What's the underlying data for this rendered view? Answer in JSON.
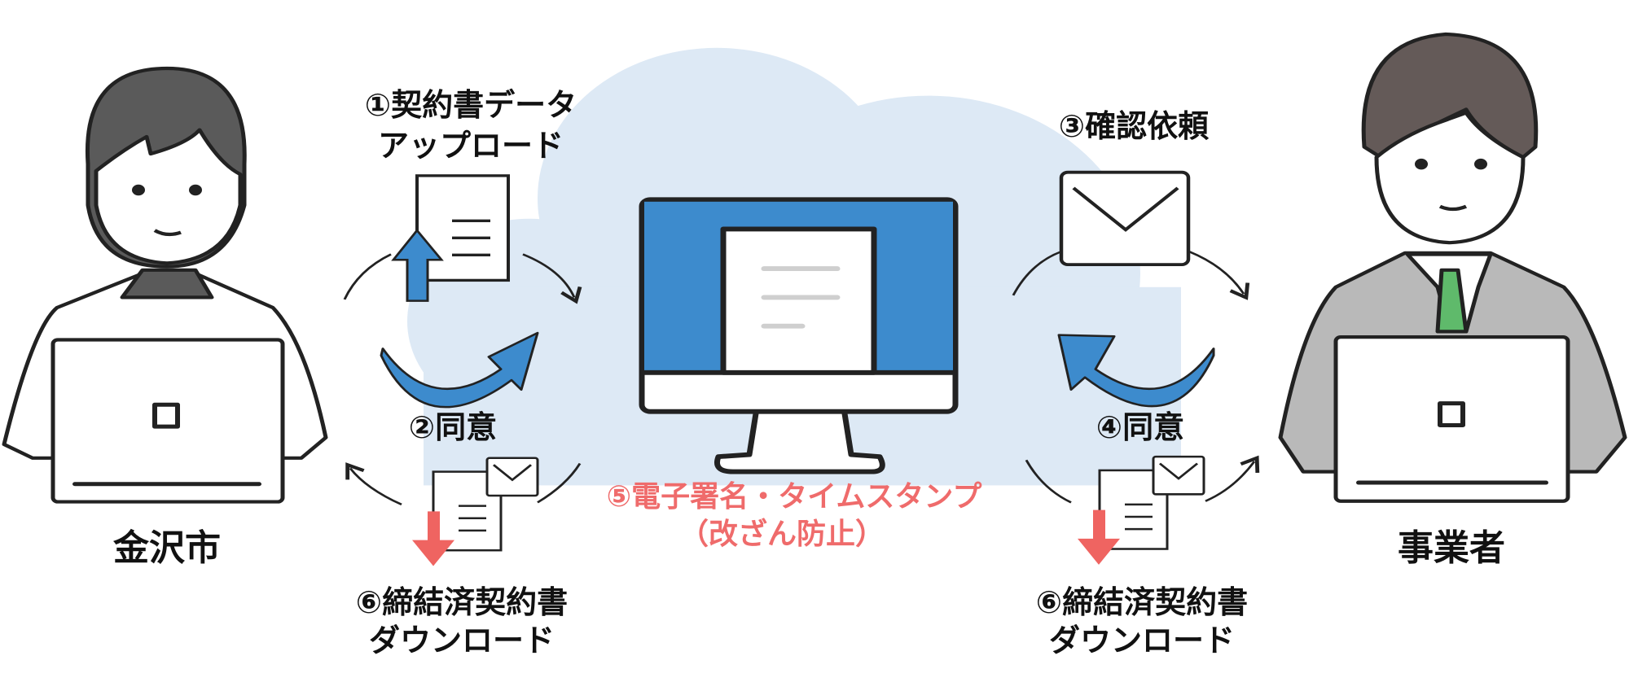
{
  "actors": {
    "left": "金沢市",
    "right": "事業者"
  },
  "steps": {
    "upload_line1": "①契約書データ",
    "upload_line2": "アップロード",
    "agree_left": "②同意",
    "confirm_request": "③確認依頼",
    "agree_right": "④同意",
    "signature_line1": "⑤電子署名・タイムスタンプ",
    "signature_line2": "（改ざん防止）",
    "download_left_line1": "⑥締結済契約書",
    "download_left_line2": "ダウンロード",
    "download_right_line1": "⑥締結済契約書",
    "download_right_line2": "ダウンロード"
  },
  "colors": {
    "cloud": "#dde9f5",
    "accent_blue": "#3d8bcd",
    "download_red": "#ef6461",
    "signature_text": "#ef6b6b",
    "tie_green": "#5fba6b",
    "suit_gray": "#b9b9b9",
    "hair_woman": "#5a5a5a",
    "hair_man": "#645a58"
  },
  "icons": [
    "cloud-icon",
    "monitor-icon",
    "document-upload-icon",
    "envelope-icon",
    "document-download-icon",
    "cycle-arrow-icon"
  ]
}
